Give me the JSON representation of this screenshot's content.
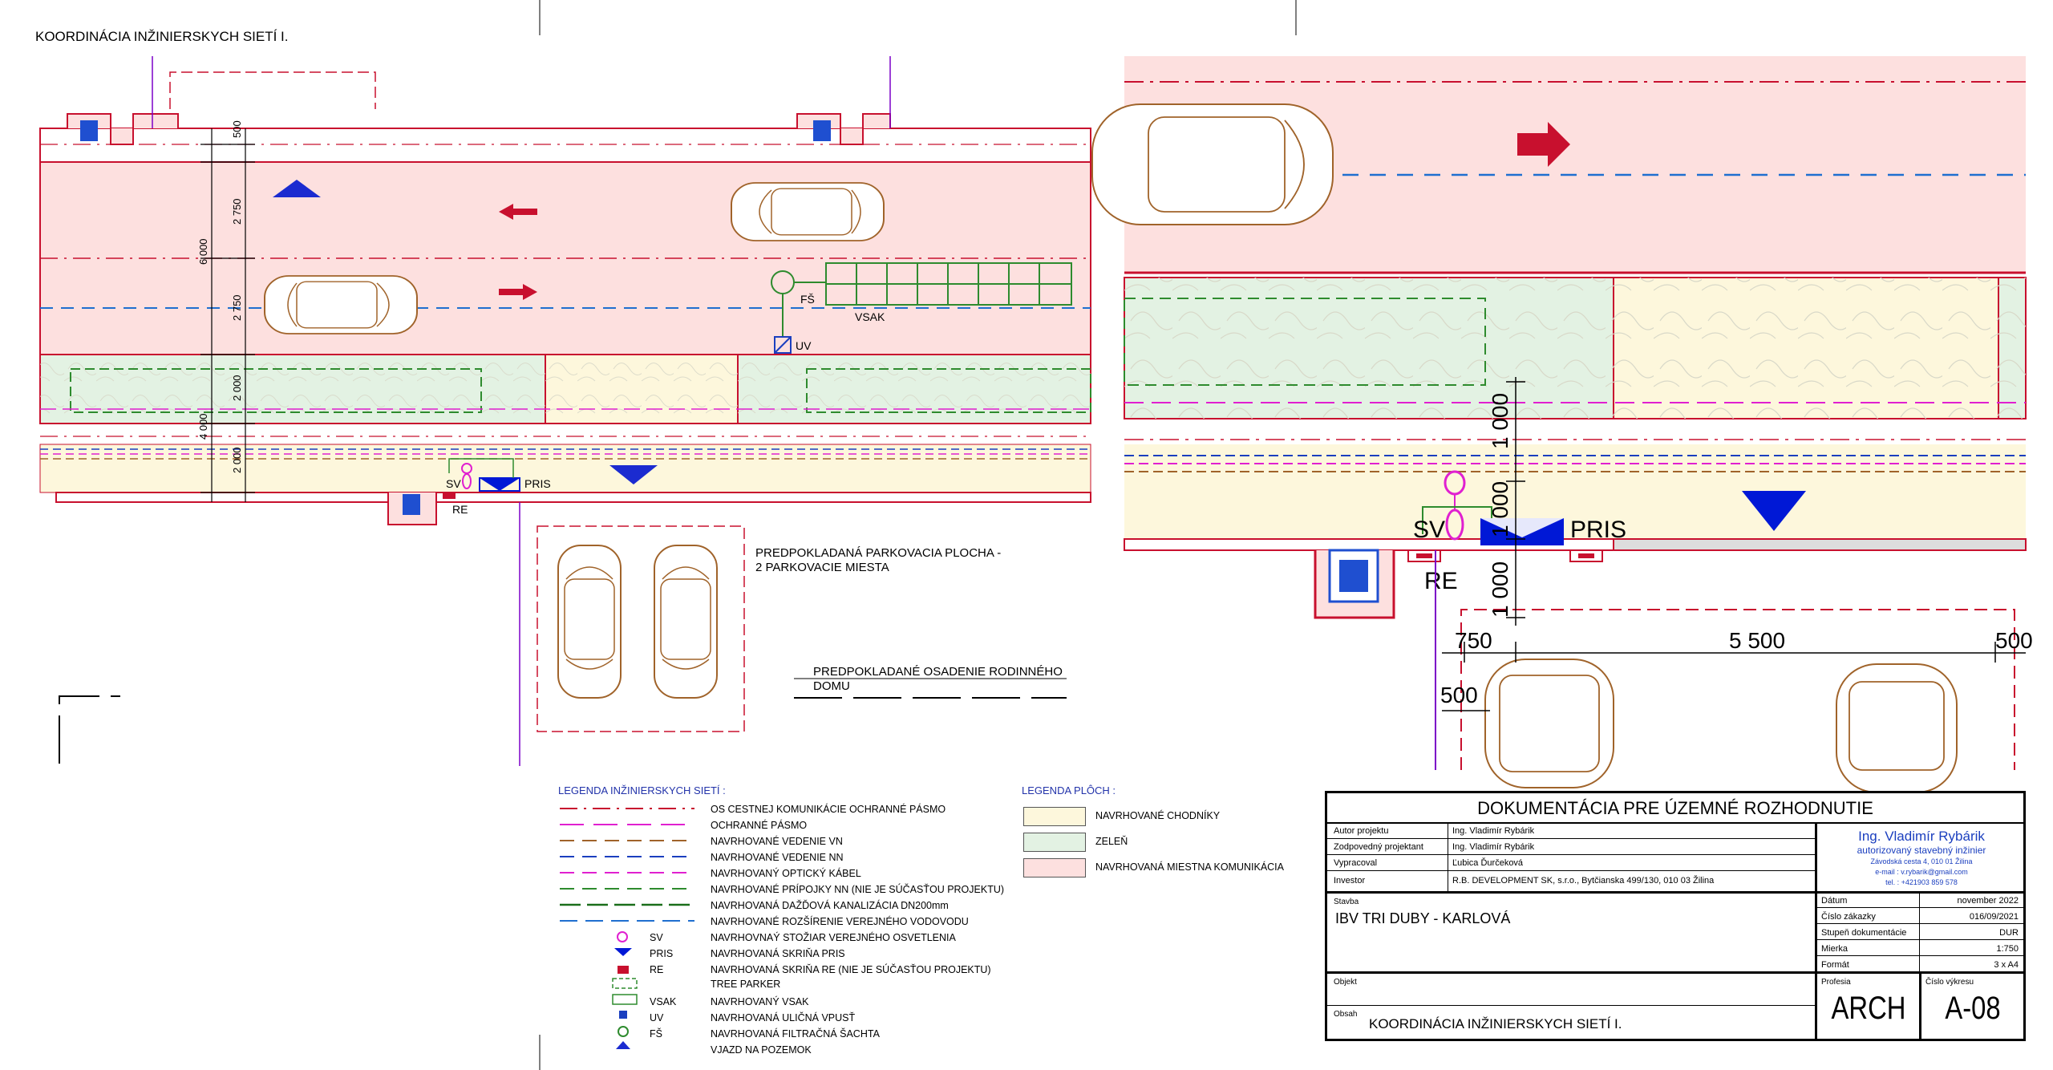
{
  "sheet_title": "KOORDINÁCIA INŽINIERSKYCH SIETÍ I.",
  "plan": {
    "dims_vertical": [
      "500",
      "2 750",
      "2 750",
      "6 000",
      "2 000",
      "4 000",
      "2 000"
    ],
    "labels": {
      "fs": "FŠ",
      "vsak": "VSAK",
      "uv": "UV",
      "sv": "SV",
      "pris": "PRIS",
      "re": "RE"
    },
    "parking_label_1": "PREDPOKLADANÁ PARKOVACIA PLOCHA -",
    "parking_label_2": "2 PARKOVACIE MIESTA",
    "house_label_1": "PREDPOKLADANÉ OSADENIE RODINNÉHO",
    "house_label_2": "DOMU"
  },
  "detail": {
    "labels": {
      "sv": "SV",
      "pris": "PRIS",
      "re": "RE"
    },
    "dims_vertical": [
      "1 000",
      "1 000",
      "1 000"
    ],
    "dims_horizontal": [
      "750",
      "5 500",
      "500",
      "500"
    ]
  },
  "legend_networks": {
    "title": "LEGENDA INŽINIERSKYCH SIETÍ :",
    "items": [
      {
        "code": "",
        "label": "OS CESTNEJ KOMUNIKÁCIE OCHRANNÉ PÁSMO"
      },
      {
        "code": "",
        "label": "OCHRANNÉ PÁSMO"
      },
      {
        "code": "",
        "label": "NAVRHOVANÉ VEDENIE VN"
      },
      {
        "code": "",
        "label": "NAVRHOVANÉ VEDENIE NN"
      },
      {
        "code": "",
        "label": "NAVRHOVANÝ OPTICKÝ KÁBEL"
      },
      {
        "code": "",
        "label": "NAVRHOVANÉ PRÍPOJKY NN  (NIE JE SÚČASŤOU PROJEKTU)"
      },
      {
        "code": "",
        "label": "NAVRHOVANÁ DAŽĎOVÁ KANALIZÁCIA DN200mm"
      },
      {
        "code": "",
        "label": "NAVRHOVANÉ ROZŠÍRENIE VEREJNÉHO VODOVODU"
      },
      {
        "code": "SV",
        "label": "NAVRHOVNAÝ STOŽIAR VEREJNÉHO OSVETLENIA"
      },
      {
        "code": "PRIS",
        "label": "NAVRHOVANÁ SKRIŇA PRIS"
      },
      {
        "code": "RE",
        "label": "NAVRHOVANÁ SKRIŇA RE (NIE JE SÚČASŤOU PROJEKTU)"
      },
      {
        "code": "",
        "label": "TREE PARKER"
      },
      {
        "code": "VSAK",
        "label": "NAVRHOVANÝ VSAK"
      },
      {
        "code": "UV",
        "label": "NAVRHOVANÁ ULIČNÁ VPUSŤ"
      },
      {
        "code": "FŠ",
        "label": "NAVRHOVANÁ FILTRAČNÁ ŠACHTA"
      },
      {
        "code": "",
        "label": "VJAZD NA POZEMOK"
      }
    ]
  },
  "legend_areas": {
    "title": "LEGENDA PLÔCH :",
    "items": [
      {
        "label": "NAVRHOVANÉ CHODNÍKY",
        "color": "#fdf7dc"
      },
      {
        "label": "ZELEŇ",
        "color": "#e3f2e3"
      },
      {
        "label": "NAVRHOVANÁ MIESTNA KOMUNIKÁCIA",
        "color": "#fde0df"
      }
    ]
  },
  "title_block": {
    "header": "DOKUMENTÁCIA PRE ÚZEMNÉ ROZHODNUTIE",
    "rows": [
      {
        "label": "Autor projektu",
        "value": "Ing. Vladimír Rybárik"
      },
      {
        "label": "Zodpovedný projektant",
        "value": "Ing. Vladimír Rybárik"
      },
      {
        "label": "Vypracoval",
        "value": "Ľubica Ďurčeková"
      },
      {
        "label": "Investor",
        "value": "R.B. DEVELOPMENT SK, s.r.o., Bytčianska 499/130, 010 03 Žilina"
      }
    ],
    "stamp": {
      "name": "Ing. Vladimír Rybárik",
      "role": "autorizovaný stavebný inžinier",
      "address": "Závodská cesta 4,  010 01 Žilina",
      "email": "e-mail : v.rybarik@gmail.com",
      "tel": "tel. : +421903 859 578"
    },
    "stavba_label": "Stavba",
    "stavba_value": "IBV TRI DUBY - KARLOVÁ",
    "objekt_label": "Objekt",
    "obsah_label": "Obsah",
    "obsah_value": "KOORDINÁCIA INŽINIERSKYCH SIETÍ I.",
    "meta": [
      {
        "label": "Dátum",
        "value": "november 2022"
      },
      {
        "label": "Číslo zákazky",
        "value": "016/09/2021"
      },
      {
        "label": "Stupeň dokumentácie",
        "value": "DUR"
      },
      {
        "label": "Mierka",
        "value": "1:750"
      },
      {
        "label": "Formát",
        "value": "3 x A4"
      }
    ],
    "profesia_label": "Profesia",
    "profesia_value": "ARCH",
    "cislo_label": "Číslo výkresu",
    "cislo_value": "A-08"
  },
  "colors": {
    "road": "#fde0df",
    "green": "#e3f2e3",
    "sidewalk": "#fdf7dc",
    "border_red": "#c8102e",
    "water": "#1f6fd0",
    "car": "#a0632a",
    "pris": "#0018d6"
  }
}
